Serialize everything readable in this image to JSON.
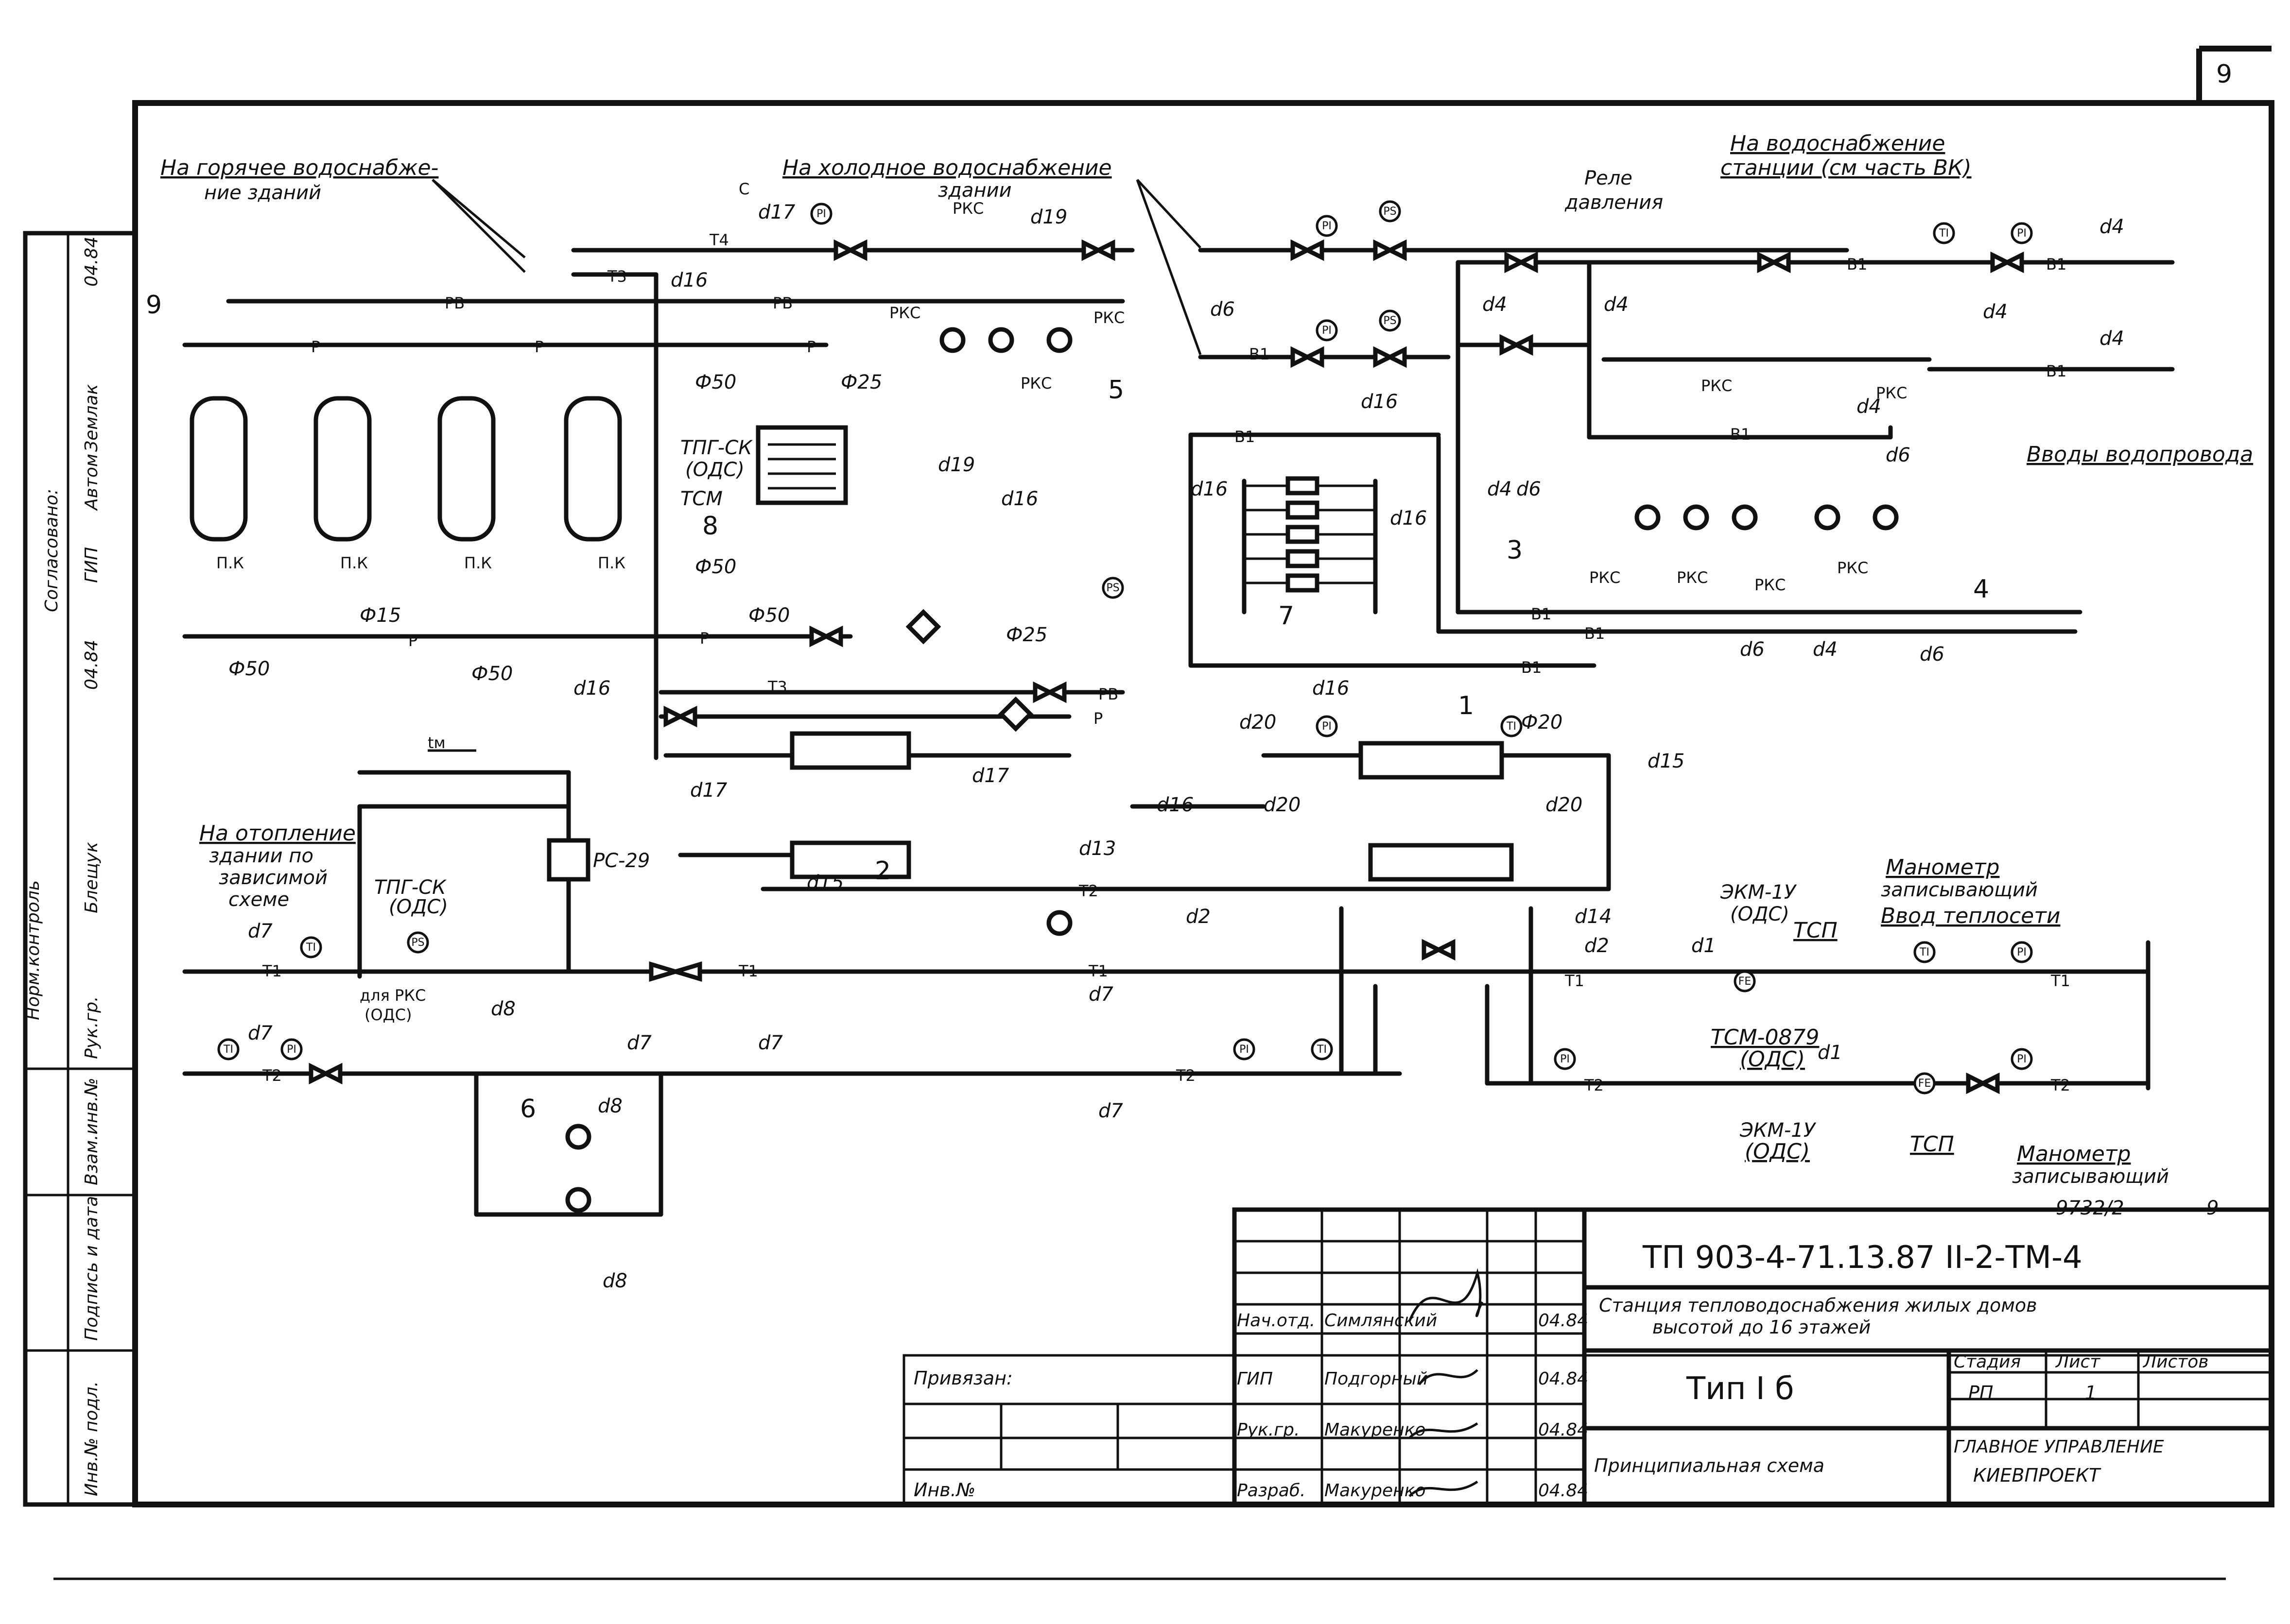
{
  "sheet": {
    "page_number": "9",
    "drawing_code": "ТП 903-4-71.13.87 II-2-ТМ-4",
    "doc_ref": "9732/2",
    "doc_ref_sheet": "9"
  },
  "annotations": {
    "hot_water": "На горячее водоснабже-",
    "hot_water_2": "ние зданий",
    "cold_water": "На холодное водоснабжение",
    "cold_water_2": "здании",
    "station_water": "На водоснабжение",
    "station_water_2": "станции (см часть ВК)",
    "pressure_relay": "Реле",
    "pressure_relay_2": "давления",
    "water_inputs": "Вводы водопровода",
    "heating": "На отопление",
    "heating_2": "здании по",
    "heating_3": "зависимой",
    "heating_4": "схеме",
    "heat_input": "Ввод теплосети",
    "manometer_rec": "Манометр",
    "manometer_rec_2": "записывающий",
    "manometer_rec_b": "Манометр",
    "manometer_rec_b2": "записывающий",
    "ekm1": "ЭКМ-1У",
    "ekm1_2": "(ОДС)",
    "ekm2": "ЭКМ-1У",
    "ekm2_2": "(ОДС)",
    "tsp1": "ТСП",
    "tsp2": "ТСП",
    "tsm0879": "ТСМ-0879",
    "tsm0879_2": "(ОДС)",
    "tpg_sk_1": "ТПГ-СК",
    "tpg_sk_1b": "(ОДС)",
    "tsm": "ТСМ",
    "tpg_sk_2": "ТПГ-СК",
    "tpg_sk_2b": "(ОДС)",
    "rks_odc": "для РКС",
    "rks_odc_2": "(ОДС)",
    "rc29": "РС-29",
    "tm": "tм"
  },
  "pipe_codes": {
    "t1": "Т1",
    "t2": "Т2",
    "t3": "Т3",
    "t4": "Т4",
    "pv": "РВ",
    "p": "Р",
    "v1": "В1",
    "c": "С"
  },
  "diameters": {
    "d1": "d1",
    "d2": "d2",
    "d4": "d4",
    "d6": "d6",
    "d7": "d7",
    "d8": "d8",
    "d13": "d13",
    "d14": "d14",
    "d15": "d15",
    "d16": "d16",
    "d17": "d17",
    "d19": "d19",
    "d20": "d20",
    "f50": "Ф50",
    "f25": "Ф25",
    "f15": "Ф15",
    "f20": "Ф20"
  },
  "markers": {
    "pi": "PI",
    "ti": "TI",
    "ps": "PS",
    "rks": "РКС",
    "pk": "П.К"
  },
  "positions": [
    "1",
    "2",
    "3",
    "4",
    "5",
    "6",
    "7",
    "8",
    "9"
  ],
  "side_stamp": {
    "agreed": "Согласовано:",
    "rows": [
      "Норм.контроль",
      "Блещук",
      "Рук.гр.",
      "ГИП",
      "Автом",
      "Землак"
    ],
    "dates": [
      "04.84",
      "04.84"
    ],
    "inv": "Инв.№ подл.",
    "sign_date": "Подпись и дата",
    "replaced": "Взам.инв.№"
  },
  "title_block": {
    "bound": "Привязан:",
    "inv_no": "Инв.№",
    "roles": [
      {
        "role": "Нач.отд.",
        "name": "Симлянский",
        "date": "04.84"
      },
      {
        "role": "ГИП",
        "name": "Подгорный",
        "date": "04.84"
      },
      {
        "role": "Рук.гр.",
        "name": "Макуренко",
        "date": "04.84"
      },
      {
        "role": "Разраб.",
        "name": "Макуренко",
        "date": "04.84"
      }
    ],
    "project_title": "Станция тепловодоснабжения жилых домов",
    "project_title_2": "высотой до 16 этажей",
    "type": "Тип I б",
    "sheet_title": "Принципиальная схема",
    "stage_h": "Стадия",
    "sheet_h": "Лист",
    "sheets_h": "Листов",
    "stage": "РП",
    "sheet": "1",
    "org": "ГЛАВНОЕ УПРАВЛЕНИЕ",
    "org_2": "КИЕВПРОЕКТ"
  }
}
